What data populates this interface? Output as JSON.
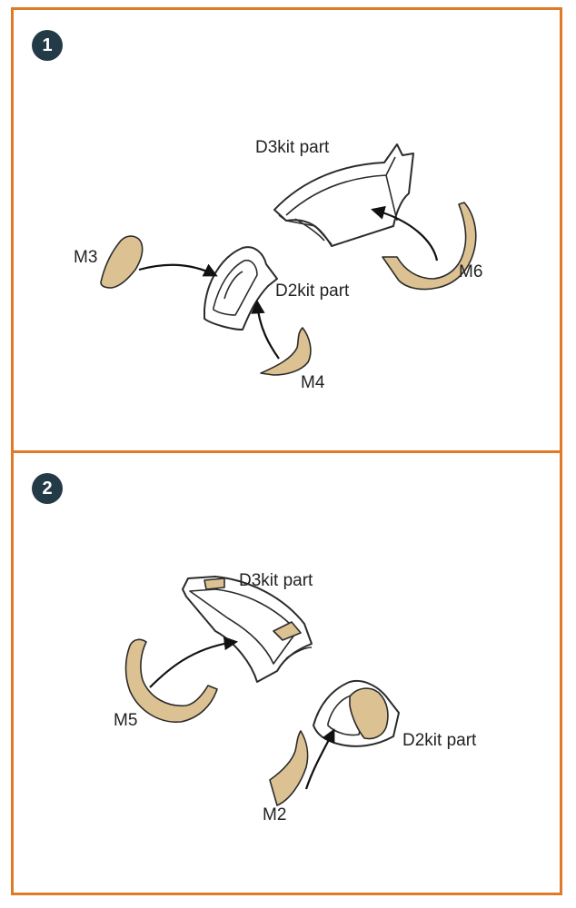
{
  "steps": [
    {
      "number": "1",
      "labels": {
        "d3": "D3kit part",
        "d2": "D2kit part",
        "m3": "M3",
        "m4": "M4",
        "m6": "M6"
      }
    },
    {
      "number": "2",
      "labels": {
        "d3": "D3kit part",
        "d2": "D2kit part",
        "m5": "M5",
        "m2": "M2"
      }
    }
  ],
  "colors": {
    "frame": "#e07a26",
    "badge": "#233a47",
    "mask_fill": "#dcc293"
  }
}
